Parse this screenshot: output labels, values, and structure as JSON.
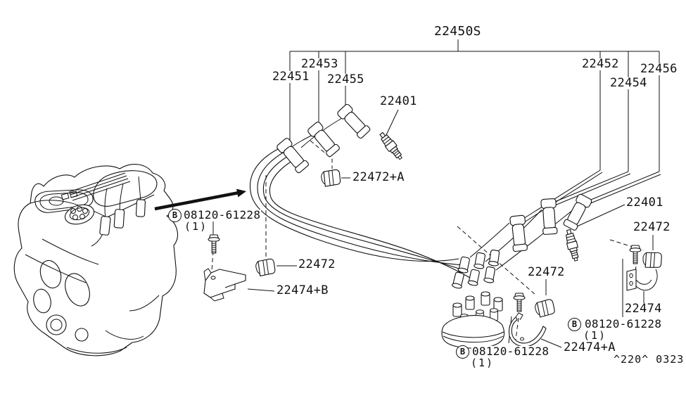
{
  "page": {
    "background": "#ffffff",
    "ink": "#111111"
  },
  "diagram": {
    "title_part_number": "22450S",
    "sheet_code": "^220^ 0323"
  },
  "parts": {
    "wire_no1": "22451",
    "wire_no2": "22452",
    "wire_no3": "22453",
    "wire_no4": "22454",
    "wire_no5": "22455",
    "wire_no6": "22456",
    "spark_plug": "22401",
    "clamp": "22472",
    "clamp_a": "22472+A",
    "bracket": "22474",
    "bracket_a": "22474+A",
    "bracket_b": "22474+B"
  },
  "bolt": {
    "prefix": "B",
    "code": "08120-61228",
    "qty": "(1)"
  }
}
